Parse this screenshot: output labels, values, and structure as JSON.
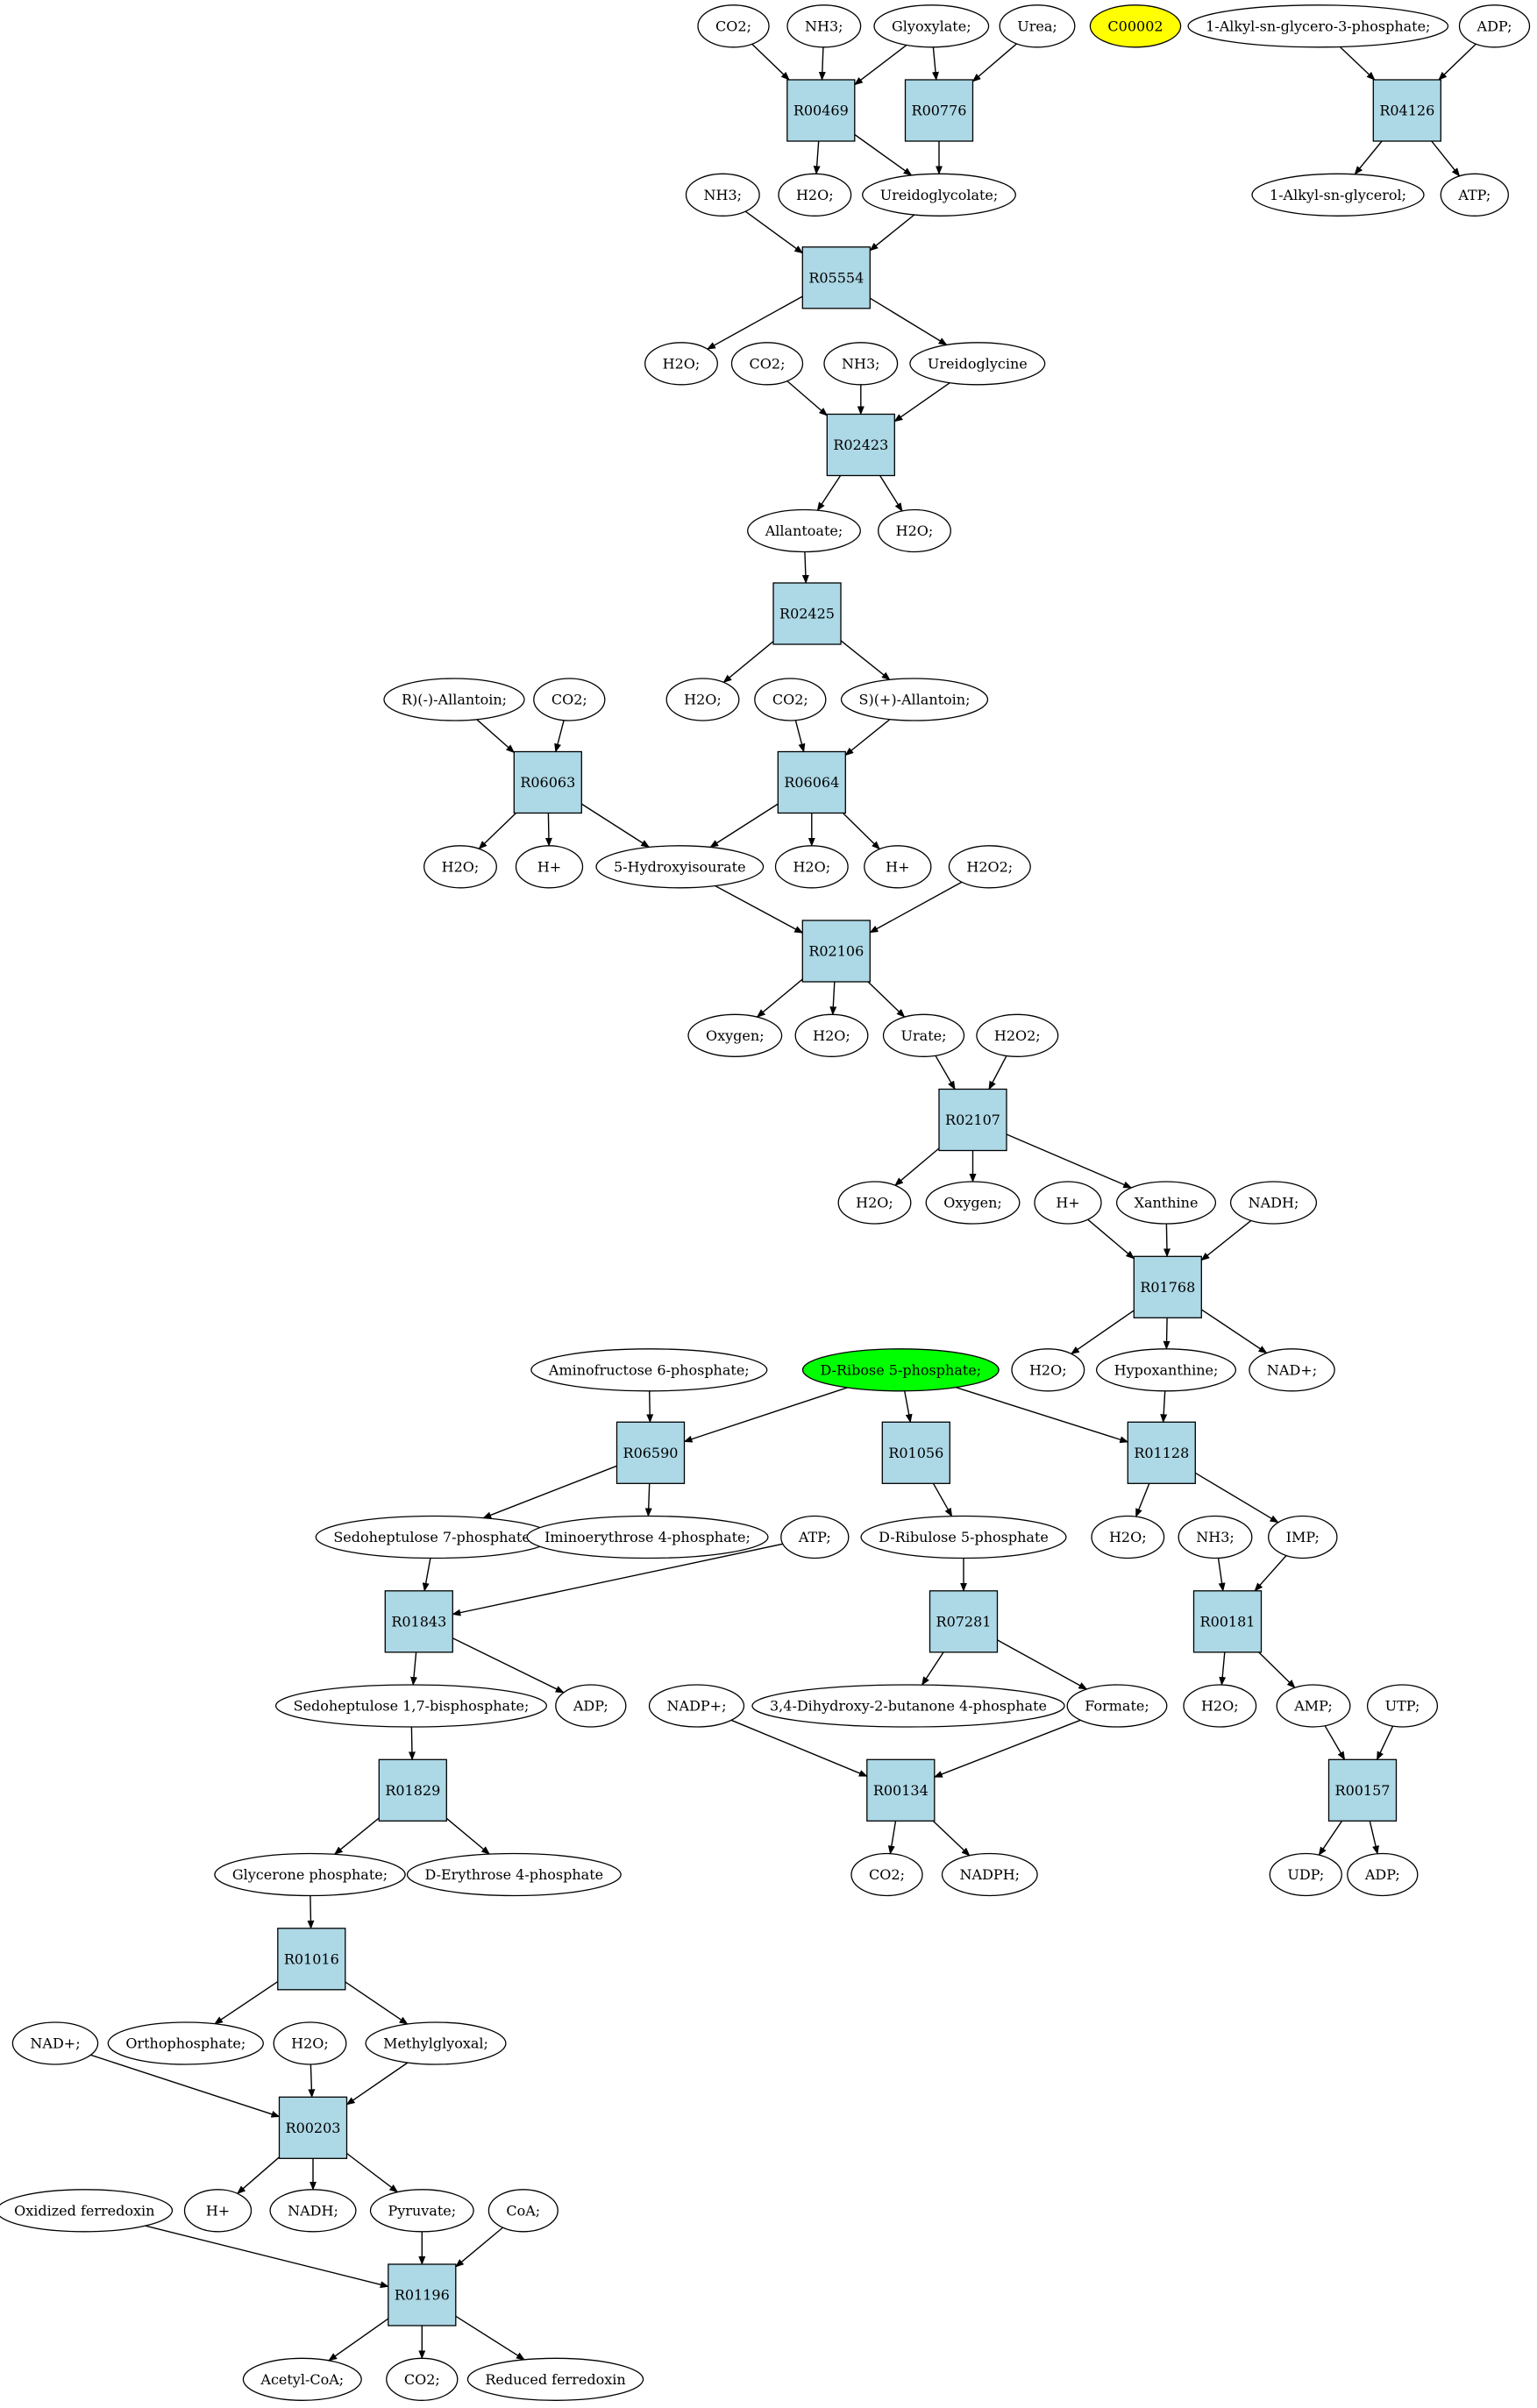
{
  "colors": {
    "reaction_fill": "#add8e6",
    "compound_fill": "#ffffff",
    "highlight_yellow": "#ffff00",
    "highlight_green": "#00ff00",
    "stroke": "#000000"
  },
  "nodes": {
    "R00469": {
      "label": "R00469",
      "kind": "reaction"
    },
    "R00776": {
      "label": "R00776",
      "kind": "reaction"
    },
    "R04126": {
      "label": "R04126",
      "kind": "reaction"
    },
    "R05554": {
      "label": "R05554",
      "kind": "reaction"
    },
    "R02423": {
      "label": "R02423",
      "kind": "reaction"
    },
    "R02425": {
      "label": "R02425",
      "kind": "reaction"
    },
    "R06063": {
      "label": "R06063",
      "kind": "reaction"
    },
    "R06064": {
      "label": "R06064",
      "kind": "reaction"
    },
    "R02106": {
      "label": "R02106",
      "kind": "reaction"
    },
    "R02107": {
      "label": "R02107",
      "kind": "reaction"
    },
    "R01768": {
      "label": "R01768",
      "kind": "reaction"
    },
    "R06590": {
      "label": "R06590",
      "kind": "reaction"
    },
    "R01056": {
      "label": "R01056",
      "kind": "reaction"
    },
    "R01128": {
      "label": "R01128",
      "kind": "reaction"
    },
    "R01843": {
      "label": "R01843",
      "kind": "reaction"
    },
    "R07281": {
      "label": "R07281",
      "kind": "reaction"
    },
    "R00181": {
      "label": "R00181",
      "kind": "reaction"
    },
    "R01829": {
      "label": "R01829",
      "kind": "reaction"
    },
    "R00134": {
      "label": "R00134",
      "kind": "reaction"
    },
    "R00157": {
      "label": "R00157",
      "kind": "reaction"
    },
    "R01016": {
      "label": "R01016",
      "kind": "reaction"
    },
    "R00203": {
      "label": "R00203",
      "kind": "reaction"
    },
    "R01196": {
      "label": "R01196",
      "kind": "reaction"
    },
    "co2_1": {
      "label": "CO2;",
      "kind": "compound"
    },
    "nh3_1": {
      "label": "NH3;",
      "kind": "compound"
    },
    "glyoxylate": {
      "label": "Glyoxylate;",
      "kind": "compound"
    },
    "urea": {
      "label": "Urea;",
      "kind": "compound"
    },
    "c00002": {
      "label": "C00002",
      "kind": "compound",
      "fill": "highlight_yellow"
    },
    "alkyl_g3p": {
      "label": "1-Alkyl-sn-glycero-3-phosphate;",
      "kind": "compound"
    },
    "adp_1": {
      "label": "ADP;",
      "kind": "compound"
    },
    "nh3_2": {
      "label": "NH3;",
      "kind": "compound"
    },
    "h2o_1": {
      "label": "H2O;",
      "kind": "compound"
    },
    "ureidoglycolate": {
      "label": "Ureidoglycolate;",
      "kind": "compound"
    },
    "alkyl_glycerol": {
      "label": "1-Alkyl-sn-glycerol;",
      "kind": "compound"
    },
    "atp_1": {
      "label": "ATP;",
      "kind": "compound"
    },
    "h2o_2": {
      "label": "H2O;",
      "kind": "compound"
    },
    "co2_2": {
      "label": "CO2;",
      "kind": "compound"
    },
    "nh3_3": {
      "label": "NH3;",
      "kind": "compound"
    },
    "ureidoglycine": {
      "label": "Ureidoglycine",
      "kind": "compound"
    },
    "allantoate": {
      "label": "Allantoate;",
      "kind": "compound"
    },
    "h2o_3": {
      "label": "H2O;",
      "kind": "compound"
    },
    "r_allantoin": {
      "label": "R)(-)-Allantoin;",
      "kind": "compound"
    },
    "co2_3": {
      "label": "CO2;",
      "kind": "compound"
    },
    "h2o_4": {
      "label": "H2O;",
      "kind": "compound"
    },
    "co2_4": {
      "label": "CO2;",
      "kind": "compound"
    },
    "s_allantoin": {
      "label": "S)(+)-Allantoin;",
      "kind": "compound"
    },
    "h2o_5": {
      "label": "H2O;",
      "kind": "compound"
    },
    "hplus_1": {
      "label": "H+",
      "kind": "compound"
    },
    "hydroxyisourate": {
      "label": "5-Hydroxyisourate",
      "kind": "compound"
    },
    "h2o_6": {
      "label": "H2O;",
      "kind": "compound"
    },
    "hplus_2": {
      "label": "H+",
      "kind": "compound"
    },
    "h2o2_1": {
      "label": "H2O2;",
      "kind": "compound"
    },
    "oxygen_1": {
      "label": "Oxygen;",
      "kind": "compound"
    },
    "h2o_7": {
      "label": "H2O;",
      "kind": "compound"
    },
    "urate": {
      "label": "Urate;",
      "kind": "compound"
    },
    "h2o2_2": {
      "label": "H2O2;",
      "kind": "compound"
    },
    "h2o_8": {
      "label": "H2O;",
      "kind": "compound"
    },
    "oxygen_2": {
      "label": "Oxygen;",
      "kind": "compound"
    },
    "hplus_3": {
      "label": "H+",
      "kind": "compound"
    },
    "xanthine": {
      "label": "Xanthine",
      "kind": "compound"
    },
    "nadh_1": {
      "label": "NADH;",
      "kind": "compound"
    },
    "h2o_9": {
      "label": "H2O;",
      "kind": "compound"
    },
    "hypoxanthine": {
      "label": "Hypoxanthine;",
      "kind": "compound"
    },
    "nadplus_1": {
      "label": "NAD+;",
      "kind": "compound"
    },
    "aminofructose": {
      "label": "Aminofructose 6-phosphate;",
      "kind": "compound"
    },
    "ribose5p": {
      "label": "D-Ribose 5-phosphate;",
      "kind": "compound",
      "fill": "highlight_green"
    },
    "sedo7p": {
      "label": "Sedoheptulose 7-phosphate;",
      "kind": "compound"
    },
    "iminoerythrose": {
      "label": "Iminoerythrose 4-phosphate;",
      "kind": "compound"
    },
    "atp_2": {
      "label": "ATP;",
      "kind": "compound"
    },
    "ribulose5p": {
      "label": "D-Ribulose 5-phosphate",
      "kind": "compound"
    },
    "h2o_10": {
      "label": "H2O;",
      "kind": "compound"
    },
    "nh3_4": {
      "label": "NH3;",
      "kind": "compound"
    },
    "imp": {
      "label": "IMP;",
      "kind": "compound"
    },
    "sedo17bp": {
      "label": "Sedoheptulose 1,7-bisphosphate;",
      "kind": "compound"
    },
    "adp_2": {
      "label": "ADP;",
      "kind": "compound"
    },
    "nadpplus": {
      "label": "NADP+;",
      "kind": "compound"
    },
    "dhbp": {
      "label": "3,4-Dihydroxy-2-butanone 4-phosphate",
      "kind": "compound"
    },
    "formate": {
      "label": "Formate;",
      "kind": "compound"
    },
    "h2o_11": {
      "label": "H2O;",
      "kind": "compound"
    },
    "amp": {
      "label": "AMP;",
      "kind": "compound"
    },
    "utp": {
      "label": "UTP;",
      "kind": "compound"
    },
    "glycerone_p": {
      "label": "Glycerone phosphate;",
      "kind": "compound"
    },
    "erythrose4p": {
      "label": "D-Erythrose 4-phosphate",
      "kind": "compound"
    },
    "co2_5": {
      "label": "CO2;",
      "kind": "compound"
    },
    "nadph": {
      "label": "NADPH;",
      "kind": "compound"
    },
    "udp": {
      "label": "UDP;",
      "kind": "compound"
    },
    "adp_3": {
      "label": "ADP;",
      "kind": "compound"
    },
    "nadplus_2": {
      "label": "NAD+;",
      "kind": "compound"
    },
    "orthophosphate": {
      "label": "Orthophosphate;",
      "kind": "compound"
    },
    "h2o_12": {
      "label": "H2O;",
      "kind": "compound"
    },
    "methylglyoxal": {
      "label": "Methylglyoxal;",
      "kind": "compound"
    },
    "oxidized_fd": {
      "label": "Oxidized ferredoxin",
      "kind": "compound"
    },
    "hplus_4": {
      "label": "H+",
      "kind": "compound"
    },
    "nadh_2": {
      "label": "NADH;",
      "kind": "compound"
    },
    "pyruvate": {
      "label": "Pyruvate;",
      "kind": "compound"
    },
    "coa": {
      "label": "CoA;",
      "kind": "compound"
    },
    "acetyl_coa": {
      "label": "Acetyl-CoA;",
      "kind": "compound"
    },
    "co2_6": {
      "label": "CO2;",
      "kind": "compound"
    },
    "reduced_fd": {
      "label": "Reduced ferredoxin",
      "kind": "compound"
    }
  },
  "edges": [
    [
      "co2_1",
      "R00469"
    ],
    [
      "nh3_1",
      "R00469"
    ],
    [
      "glyoxylate",
      "R00469"
    ],
    [
      "glyoxylate",
      "R00776"
    ],
    [
      "urea",
      "R00776"
    ],
    [
      "R00469",
      "h2o_1"
    ],
    [
      "R00469",
      "ureidoglycolate"
    ],
    [
      "R00776",
      "ureidoglycolate"
    ],
    [
      "alkyl_g3p",
      "R04126"
    ],
    [
      "adp_1",
      "R04126"
    ],
    [
      "R04126",
      "alkyl_glycerol"
    ],
    [
      "R04126",
      "atp_1"
    ],
    [
      "nh3_2",
      "R05554"
    ],
    [
      "ureidoglycolate",
      "R05554"
    ],
    [
      "R05554",
      "h2o_2"
    ],
    [
      "R05554",
      "ureidoglycine"
    ],
    [
      "co2_2",
      "R02423"
    ],
    [
      "nh3_3",
      "R02423"
    ],
    [
      "ureidoglycine",
      "R02423"
    ],
    [
      "R02423",
      "allantoate"
    ],
    [
      "R02423",
      "h2o_3"
    ],
    [
      "allantoate",
      "R02425"
    ],
    [
      "R02425",
      "h2o_4"
    ],
    [
      "R02425",
      "s_allantoin"
    ],
    [
      "r_allantoin",
      "R06063"
    ],
    [
      "co2_3",
      "R06063"
    ],
    [
      "co2_4",
      "R06064"
    ],
    [
      "s_allantoin",
      "R06064"
    ],
    [
      "R06063",
      "h2o_5"
    ],
    [
      "R06063",
      "hplus_1"
    ],
    [
      "R06063",
      "hydroxyisourate"
    ],
    [
      "R06064",
      "hydroxyisourate"
    ],
    [
      "R06064",
      "h2o_6"
    ],
    [
      "R06064",
      "hplus_2"
    ],
    [
      "hydroxyisourate",
      "R02106"
    ],
    [
      "h2o2_1",
      "R02106"
    ],
    [
      "R02106",
      "oxygen_1"
    ],
    [
      "R02106",
      "h2o_7"
    ],
    [
      "R02106",
      "urate"
    ],
    [
      "urate",
      "R02107"
    ],
    [
      "h2o2_2",
      "R02107"
    ],
    [
      "R02107",
      "h2o_8"
    ],
    [
      "R02107",
      "oxygen_2"
    ],
    [
      "R02107",
      "xanthine"
    ],
    [
      "hplus_3",
      "R01768"
    ],
    [
      "xanthine",
      "R01768"
    ],
    [
      "nadh_1",
      "R01768"
    ],
    [
      "R01768",
      "h2o_9"
    ],
    [
      "R01768",
      "hypoxanthine"
    ],
    [
      "R01768",
      "nadplus_1"
    ],
    [
      "aminofructose",
      "R06590"
    ],
    [
      "ribose5p",
      "R06590"
    ],
    [
      "ribose5p",
      "R01056"
    ],
    [
      "ribose5p",
      "R01128"
    ],
    [
      "hypoxanthine",
      "R01128"
    ],
    [
      "R06590",
      "sedo7p"
    ],
    [
      "R06590",
      "iminoerythrose"
    ],
    [
      "R01056",
      "ribulose5p"
    ],
    [
      "R01128",
      "h2o_10"
    ],
    [
      "R01128",
      "imp"
    ],
    [
      "sedo7p",
      "R01843"
    ],
    [
      "atp_2",
      "R01843"
    ],
    [
      "R01843",
      "sedo17bp"
    ],
    [
      "R01843",
      "adp_2"
    ],
    [
      "ribulose5p",
      "R07281"
    ],
    [
      "R07281",
      "dhbp"
    ],
    [
      "R07281",
      "formate"
    ],
    [
      "nh3_4",
      "R00181"
    ],
    [
      "imp",
      "R00181"
    ],
    [
      "R00181",
      "h2o_11"
    ],
    [
      "R00181",
      "amp"
    ],
    [
      "sedo17bp",
      "R01829"
    ],
    [
      "R01829",
      "glycerone_p"
    ],
    [
      "R01829",
      "erythrose4p"
    ],
    [
      "nadpplus",
      "R00134"
    ],
    [
      "formate",
      "R00134"
    ],
    [
      "R00134",
      "co2_5"
    ],
    [
      "R00134",
      "nadph"
    ],
    [
      "amp",
      "R00157"
    ],
    [
      "utp",
      "R00157"
    ],
    [
      "R00157",
      "udp"
    ],
    [
      "R00157",
      "adp_3"
    ],
    [
      "glycerone_p",
      "R01016"
    ],
    [
      "R01016",
      "orthophosphate"
    ],
    [
      "R01016",
      "methylglyoxal"
    ],
    [
      "nadplus_2",
      "R00203"
    ],
    [
      "h2o_12",
      "R00203"
    ],
    [
      "methylglyoxal",
      "R00203"
    ],
    [
      "R00203",
      "hplus_4"
    ],
    [
      "R00203",
      "nadh_2"
    ],
    [
      "R00203",
      "pyruvate"
    ],
    [
      "oxidized_fd",
      "R01196"
    ],
    [
      "pyruvate",
      "R01196"
    ],
    [
      "coa",
      "R01196"
    ],
    [
      "R01196",
      "acetyl_coa"
    ],
    [
      "R01196",
      "co2_6"
    ],
    [
      "R01196",
      "reduced_fd"
    ]
  ]
}
